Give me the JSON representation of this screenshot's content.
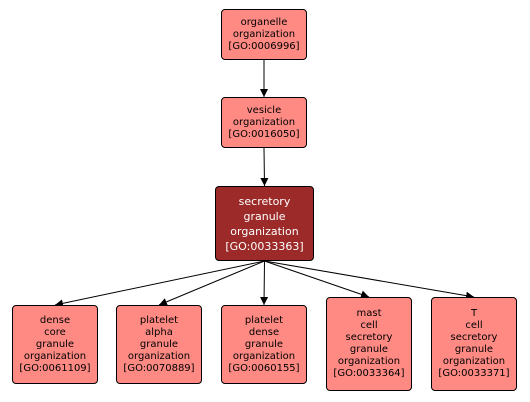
{
  "colors": {
    "node_fill": "#ff8a84",
    "focus_fill": "#9b2a28",
    "border": "#000000",
    "edge": "#000000"
  },
  "nodes": {
    "organelle": {
      "lines": [
        "organelle",
        "organization"
      ],
      "id": "[GO:0006996]"
    },
    "vesicle": {
      "lines": [
        "vesicle",
        "organization"
      ],
      "id": "[GO:0016050]"
    },
    "secretory": {
      "lines": [
        "secretory",
        "granule",
        "organization"
      ],
      "id": "[GO:0033363]"
    },
    "dense_core": {
      "lines": [
        "dense",
        "core",
        "granule",
        "organization"
      ],
      "id": "[GO:0061109]"
    },
    "platelet_alpha": {
      "lines": [
        "platelet",
        "alpha",
        "granule",
        "organization"
      ],
      "id": "[GO:0070889]"
    },
    "platelet_dense": {
      "lines": [
        "platelet",
        "dense",
        "granule",
        "organization"
      ],
      "id": "[GO:0060155]"
    },
    "mast_cell": {
      "lines": [
        "mast",
        "cell",
        "secretory",
        "granule",
        "organization"
      ],
      "id": "[GO:0033364]"
    },
    "t_cell": {
      "lines": [
        "T",
        "cell",
        "secretory",
        "granule",
        "organization"
      ],
      "id": "[GO:0033371]"
    }
  },
  "edges": [
    [
      "organelle",
      "vesicle"
    ],
    [
      "vesicle",
      "secretory"
    ],
    [
      "secretory",
      "dense_core"
    ],
    [
      "secretory",
      "platelet_alpha"
    ],
    [
      "secretory",
      "platelet_dense"
    ],
    [
      "secretory",
      "mast_cell"
    ],
    [
      "secretory",
      "t_cell"
    ]
  ]
}
